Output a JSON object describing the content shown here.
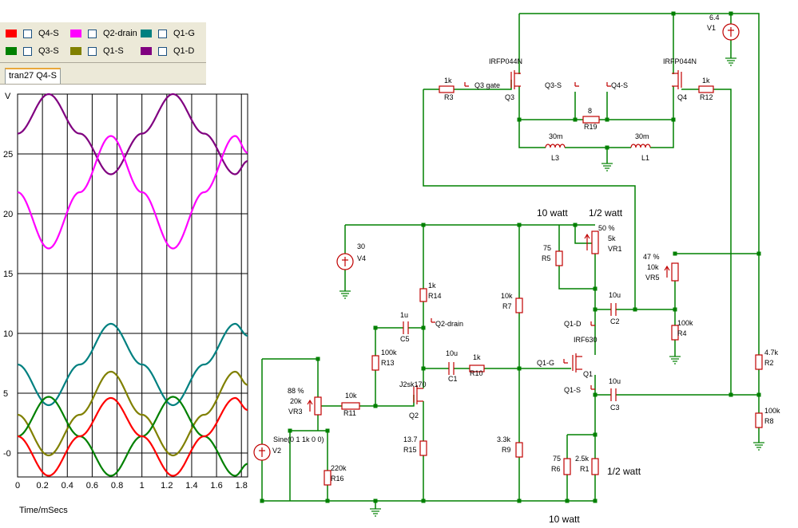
{
  "legend": {
    "items": [
      {
        "label": "Q4-S",
        "color": "#ff0000"
      },
      {
        "label": "Q2-drain",
        "color": "#ff00ff"
      },
      {
        "label": "Q1-G",
        "color": "#008080"
      },
      {
        "label": "Q3-S",
        "color": "#008000"
      },
      {
        "label": "Q1-S",
        "color": "#808000"
      },
      {
        "label": "Q1-D",
        "color": "#800080"
      }
    ]
  },
  "tab": {
    "label": "tran27 Q4-S"
  },
  "plot": {
    "y_unit": "V",
    "y_ticks": [
      "25",
      "20",
      "15",
      "10",
      "5",
      "-0"
    ],
    "x_ticks": [
      "0",
      "0.2",
      "0.4",
      "0.6",
      "0.8",
      "1",
      "1.2",
      "1.4",
      "1.6",
      "1.8"
    ],
    "x_label": "Time/mSecs"
  },
  "chart_data": {
    "type": "line",
    "x_unit": "mSecs",
    "xlabel": "Time/mSecs",
    "ylabel": "V",
    "xlim": [
      0,
      1.85
    ],
    "ylim": [
      -2,
      30
    ],
    "grid": true,
    "series": [
      {
        "name": "Q1-D",
        "color": "#800080",
        "x": [
          0,
          0.25,
          0.5,
          0.75,
          1,
          1.25,
          1.5,
          1.75,
          1.85
        ],
        "y": [
          26.7,
          30,
          26.7,
          23.3,
          26.7,
          30,
          26.7,
          23.3,
          24.4
        ]
      },
      {
        "name": "Q2-drain",
        "color": "#ff00ff",
        "x": [
          0,
          0.25,
          0.5,
          0.75,
          1,
          1.25,
          1.5,
          1.75,
          1.85
        ],
        "y": [
          21.8,
          17.1,
          21.8,
          26.5,
          21.8,
          17.1,
          21.8,
          26.5,
          25.1
        ]
      },
      {
        "name": "Q1-G",
        "color": "#008080",
        "x": [
          0,
          0.25,
          0.5,
          0.75,
          1,
          1.25,
          1.5,
          1.75,
          1.85
        ],
        "y": [
          7.4,
          4.0,
          7.4,
          10.8,
          7.4,
          4.0,
          7.4,
          10.8,
          9.8
        ]
      },
      {
        "name": "Q1-S",
        "color": "#808000",
        "x": [
          0,
          0.25,
          0.5,
          0.75,
          1,
          1.25,
          1.5,
          1.75,
          1.85
        ],
        "y": [
          3.2,
          -0.2,
          3.2,
          6.8,
          3.2,
          -0.2,
          3.2,
          6.8,
          5.7
        ]
      },
      {
        "name": "Q3-S",
        "color": "#008000",
        "x": [
          0,
          0.25,
          0.5,
          0.75,
          1,
          1.25,
          1.5,
          1.75,
          1.85
        ],
        "y": [
          1.4,
          4.7,
          1.4,
          -1.9,
          1.4,
          4.7,
          1.4,
          -1.9,
          -0.9
        ]
      },
      {
        "name": "Q4-S",
        "color": "#ff0000",
        "x": [
          0,
          0.25,
          0.5,
          0.75,
          1,
          1.25,
          1.5,
          1.75,
          1.85
        ],
        "y": [
          1.4,
          -1.9,
          1.4,
          4.6,
          1.4,
          -1.9,
          1.4,
          4.6,
          3.6
        ]
      }
    ]
  },
  "schematic": {
    "labels": {
      "v1_val": "6.4",
      "v1_name": "V1",
      "q3_part": "IRFP044N",
      "q4_part": "IRFP044N",
      "r3_val": "1k",
      "r3_name": "R3",
      "q3_gate": "Q3 gate",
      "q3_name": "Q3",
      "r12_val": "1k",
      "r12_name": "R12",
      "q4_name": "Q4",
      "q3s_probe": "Q3-S",
      "q4s_probe": "Q4-S",
      "r19_val": "8",
      "r19_name": "R19",
      "l3_val": "30m",
      "l3_name": "L3",
      "l1_val": "30m",
      "l1_name": "L1",
      "watt10_top": "10 watt",
      "watt12_top": "1/2 watt",
      "vr1_pct": "50 %",
      "vr1_val": "5k",
      "vr1_name": "VR1",
      "v4_val": "30",
      "v4_name": "V4",
      "r5_val": "75",
      "r5_name": "R5",
      "vr5_pct": "47 %",
      "vr5_val": "10k",
      "vr5_name": "VR5",
      "r14_val": "1k",
      "r14_name": "R14",
      "r7_val": "10k",
      "r7_name": "R7",
      "c2_val": "10u",
      "c2_name": "C2",
      "c5_val": "1u",
      "c5_name": "C5",
      "q2_drain_probe": "Q2-drain",
      "q1d_probe": "Q1-D",
      "r4_val": "100k",
      "r4_name": "R4",
      "r13_val": "100k",
      "r13_name": "R13",
      "c1_val": "10u",
      "c1_name": "C1",
      "r10_val": "1k",
      "r10_name": "R10",
      "q1g_probe": "Q1-G",
      "q1_part": "IRF630",
      "q1_name": "Q1",
      "r2_val": "4.7k",
      "r2_name": "R2",
      "vr3_pct": "88 %",
      "vr3_val": "20k",
      "vr3_name": "VR3",
      "r11_val": "10k",
      "r11_name": "R11",
      "q2_part": "J2sk170",
      "q2_name": "Q2",
      "q1s_probe": "Q1-S",
      "c3_val": "10u",
      "c3_name": "C3",
      "r8_val": "100k",
      "r8_name": "R8",
      "v2_src": "Sine(0 1 1k 0 0)",
      "v2_name": "V2",
      "r16_val": "220k",
      "r16_name": "R16",
      "r15_val": "13.7",
      "r15_name": "R15",
      "r9_val": "3.3k",
      "r9_name": "R9",
      "r6_val": "75",
      "r6_name": "R6",
      "r1_val": "2.5k",
      "r1_name": "R1",
      "watt12_bot": "1/2 watt",
      "watt10_bot": "10 watt"
    }
  }
}
